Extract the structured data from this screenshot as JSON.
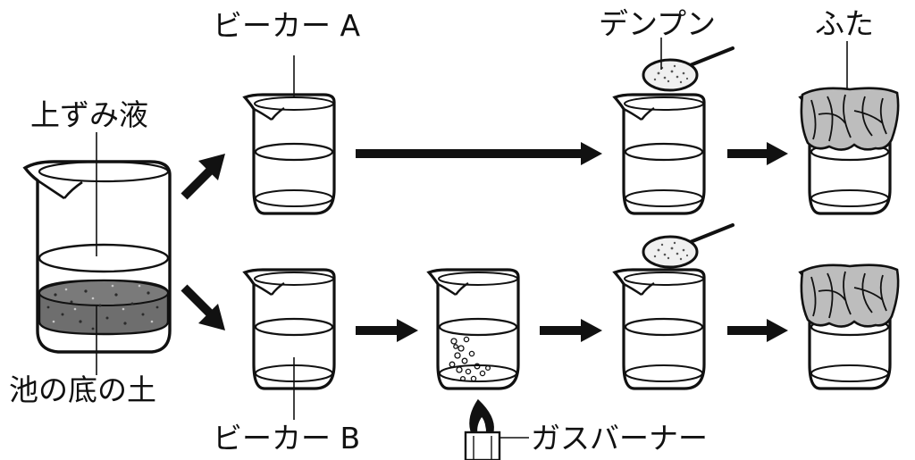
{
  "labels": {
    "supernatant": "上ずみ液",
    "pond_soil": "池の底の土",
    "beaker_a": "ビーカー A",
    "beaker_b": "ビーカー B",
    "starch": "デンプン",
    "lid": "ふた",
    "gas_burner": "ガスバーナー"
  },
  "colors": {
    "ink": "#111111",
    "soil": "#6e6e6e",
    "lid_cloth": "#bdbdbd",
    "flame": "#ffffff"
  }
}
